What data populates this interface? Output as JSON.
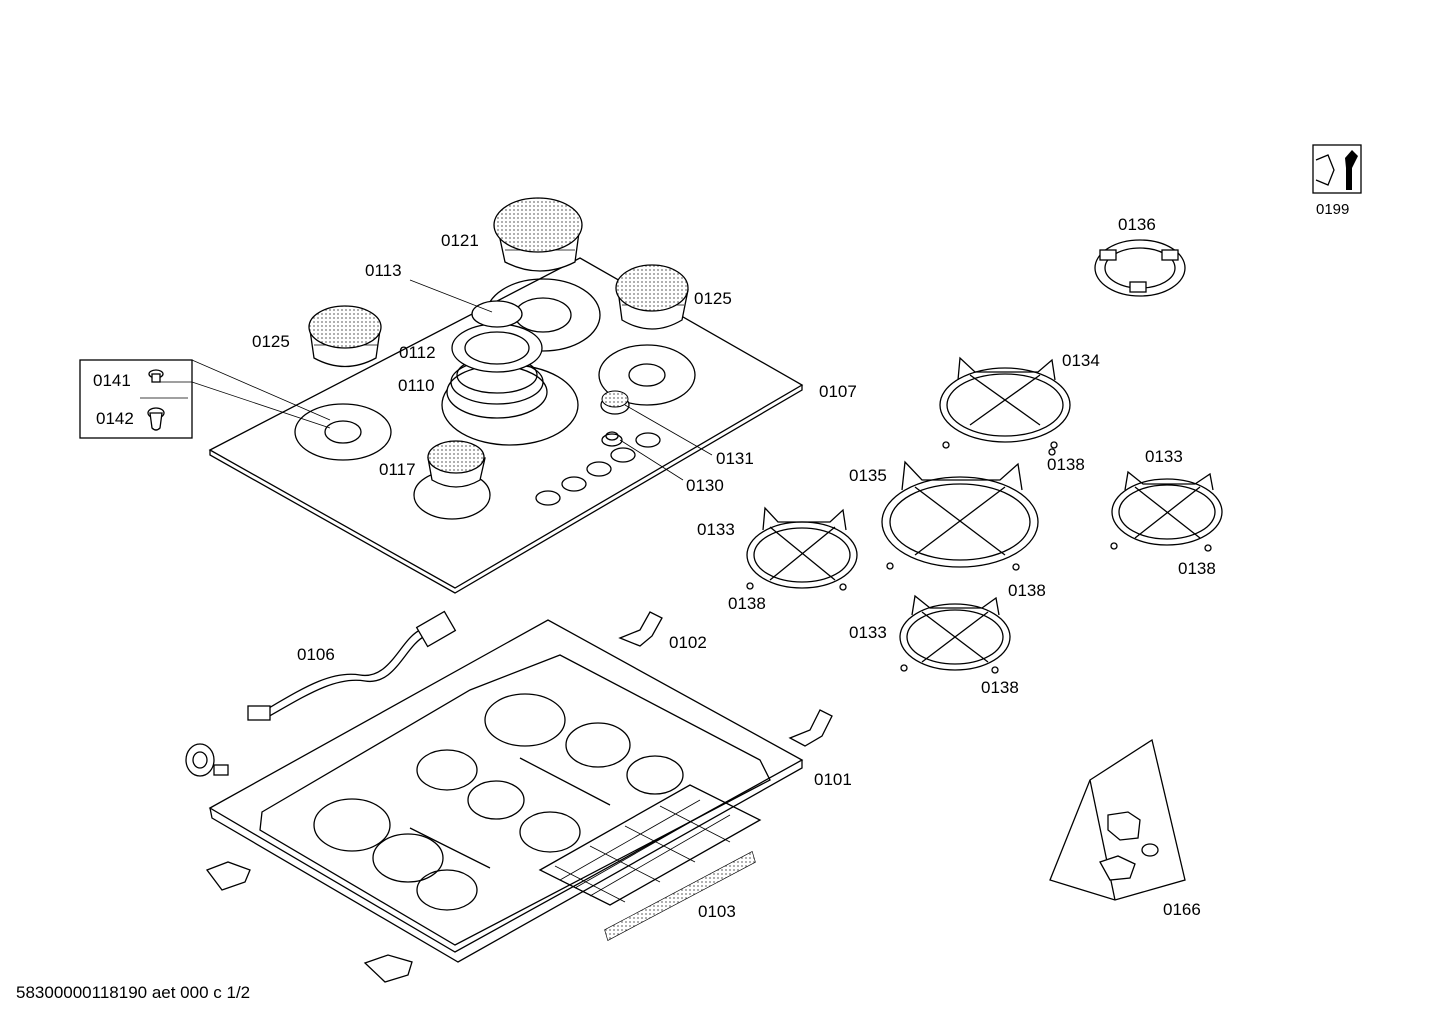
{
  "labels": {
    "p0101": "0101",
    "p0102": "0102",
    "p0103": "0103",
    "p0106": "0106",
    "p0107": "0107",
    "p0110": "0110",
    "p0112": "0112",
    "p0113": "0113",
    "p0117": "0117",
    "p0121": "0121",
    "p0125a": "0125",
    "p0125b": "0125",
    "p0130": "0130",
    "p0131": "0131",
    "p0133a": "0133",
    "p0133b": "0133",
    "p0133c": "0133",
    "p0134": "0134",
    "p0135": "0135",
    "p0136": "0136",
    "p0138a": "0138",
    "p0138b": "0138",
    "p0138c": "0138",
    "p0138d": "0138",
    "p0138e": "0138",
    "p0141": "0141",
    "p0142": "0142",
    "p0166": "0166",
    "p0199": "0199"
  },
  "footer": "58300000118190 aet 000 c 1/2"
}
